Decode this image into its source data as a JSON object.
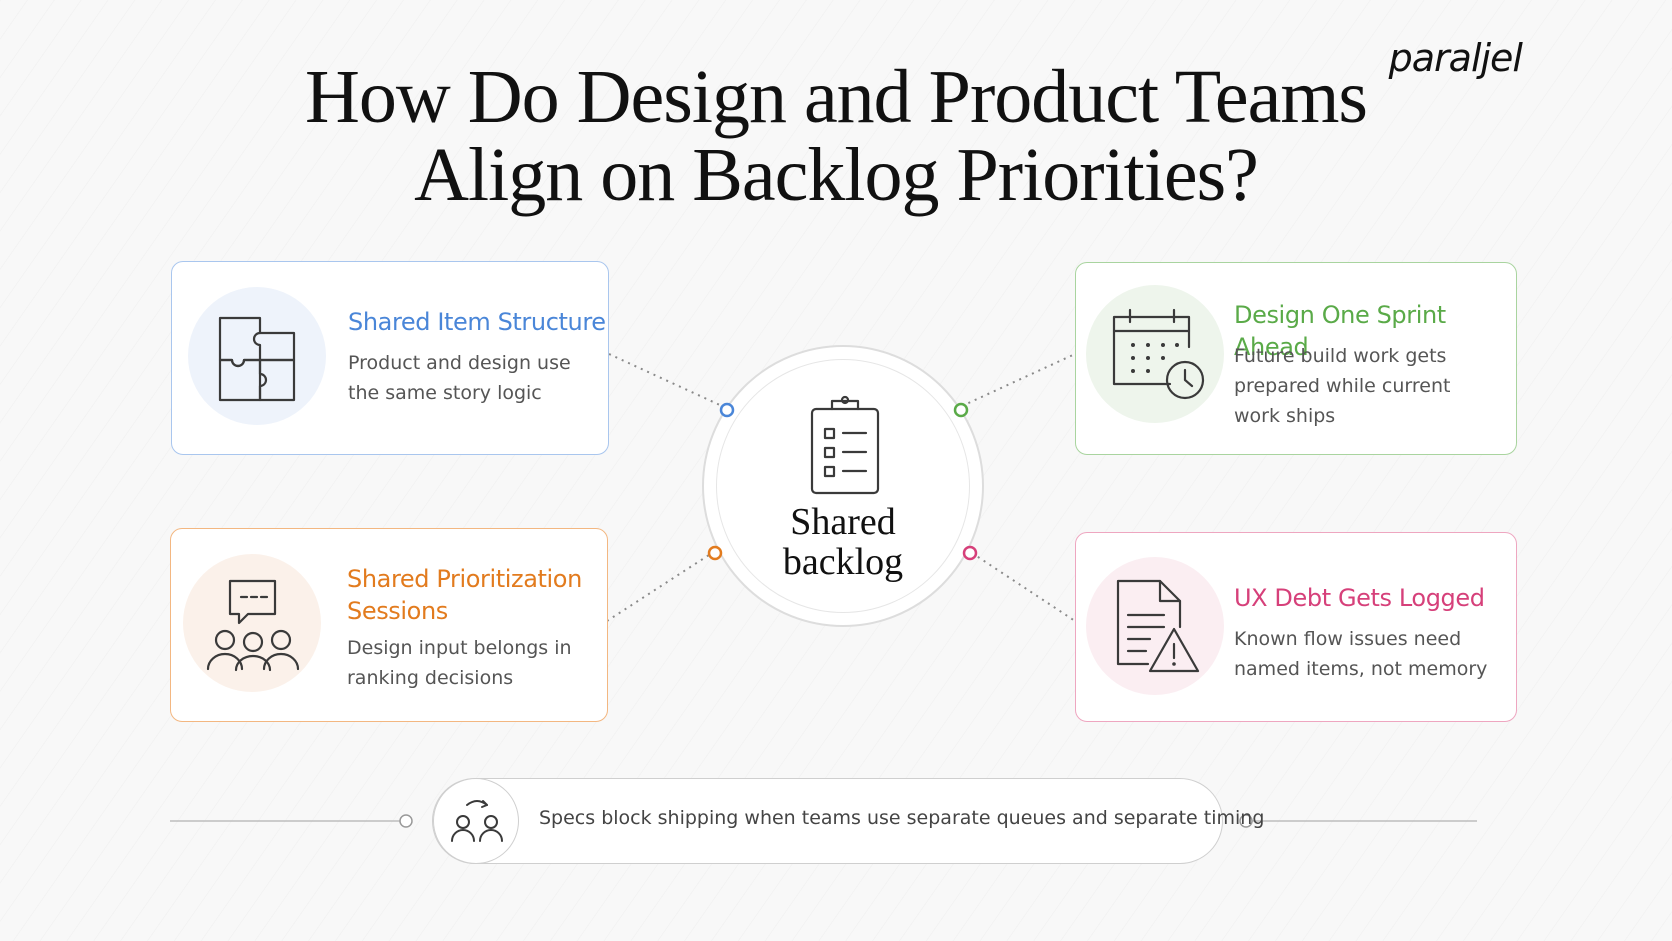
{
  "brand": {
    "logo_text": "paraljel"
  },
  "title": {
    "line1": "How Do Design and Product Teams",
    "line2": "Align on Backlog Priorities?"
  },
  "center": {
    "label_line1": "Shared",
    "label_line2": "backlog",
    "icon": "clipboard-checklist-icon"
  },
  "cards": [
    {
      "id": "shared-item-structure",
      "heading": "Shared Item Structure",
      "body_line1": "Product and design use",
      "body_line2": "the same story logic",
      "icon": "puzzle-icon",
      "accent": "#4a86d8",
      "icon_bg": "#eef3fb"
    },
    {
      "id": "design-one-sprint-ahead",
      "heading": "Design One Sprint Ahead",
      "body_line1": "Future build work gets",
      "body_line2": "prepared while current",
      "body_line3": "work ships",
      "icon": "calendar-clock-icon",
      "accent": "#5aaa48",
      "icon_bg": "#eef5ec"
    },
    {
      "id": "shared-prioritization-sessions",
      "heading_line1": "Shared Prioritization",
      "heading_line2": "Sessions",
      "body_line1": "Design input belongs in",
      "body_line2": "ranking decisions",
      "icon": "team-discussion-icon",
      "accent": "#e27b1e",
      "icon_bg": "#fbf1ea"
    },
    {
      "id": "ux-debt-gets-logged",
      "heading": "UX Debt Gets Logged",
      "body_line1": "Known flow issues need",
      "body_line2": "named items, not memory",
      "icon": "document-warning-icon",
      "accent": "#d6407a",
      "icon_bg": "#fbeef2"
    }
  ],
  "footer": {
    "text": "Specs block shipping when teams use separate queues and separate timing",
    "icon": "team-handoff-icon"
  }
}
